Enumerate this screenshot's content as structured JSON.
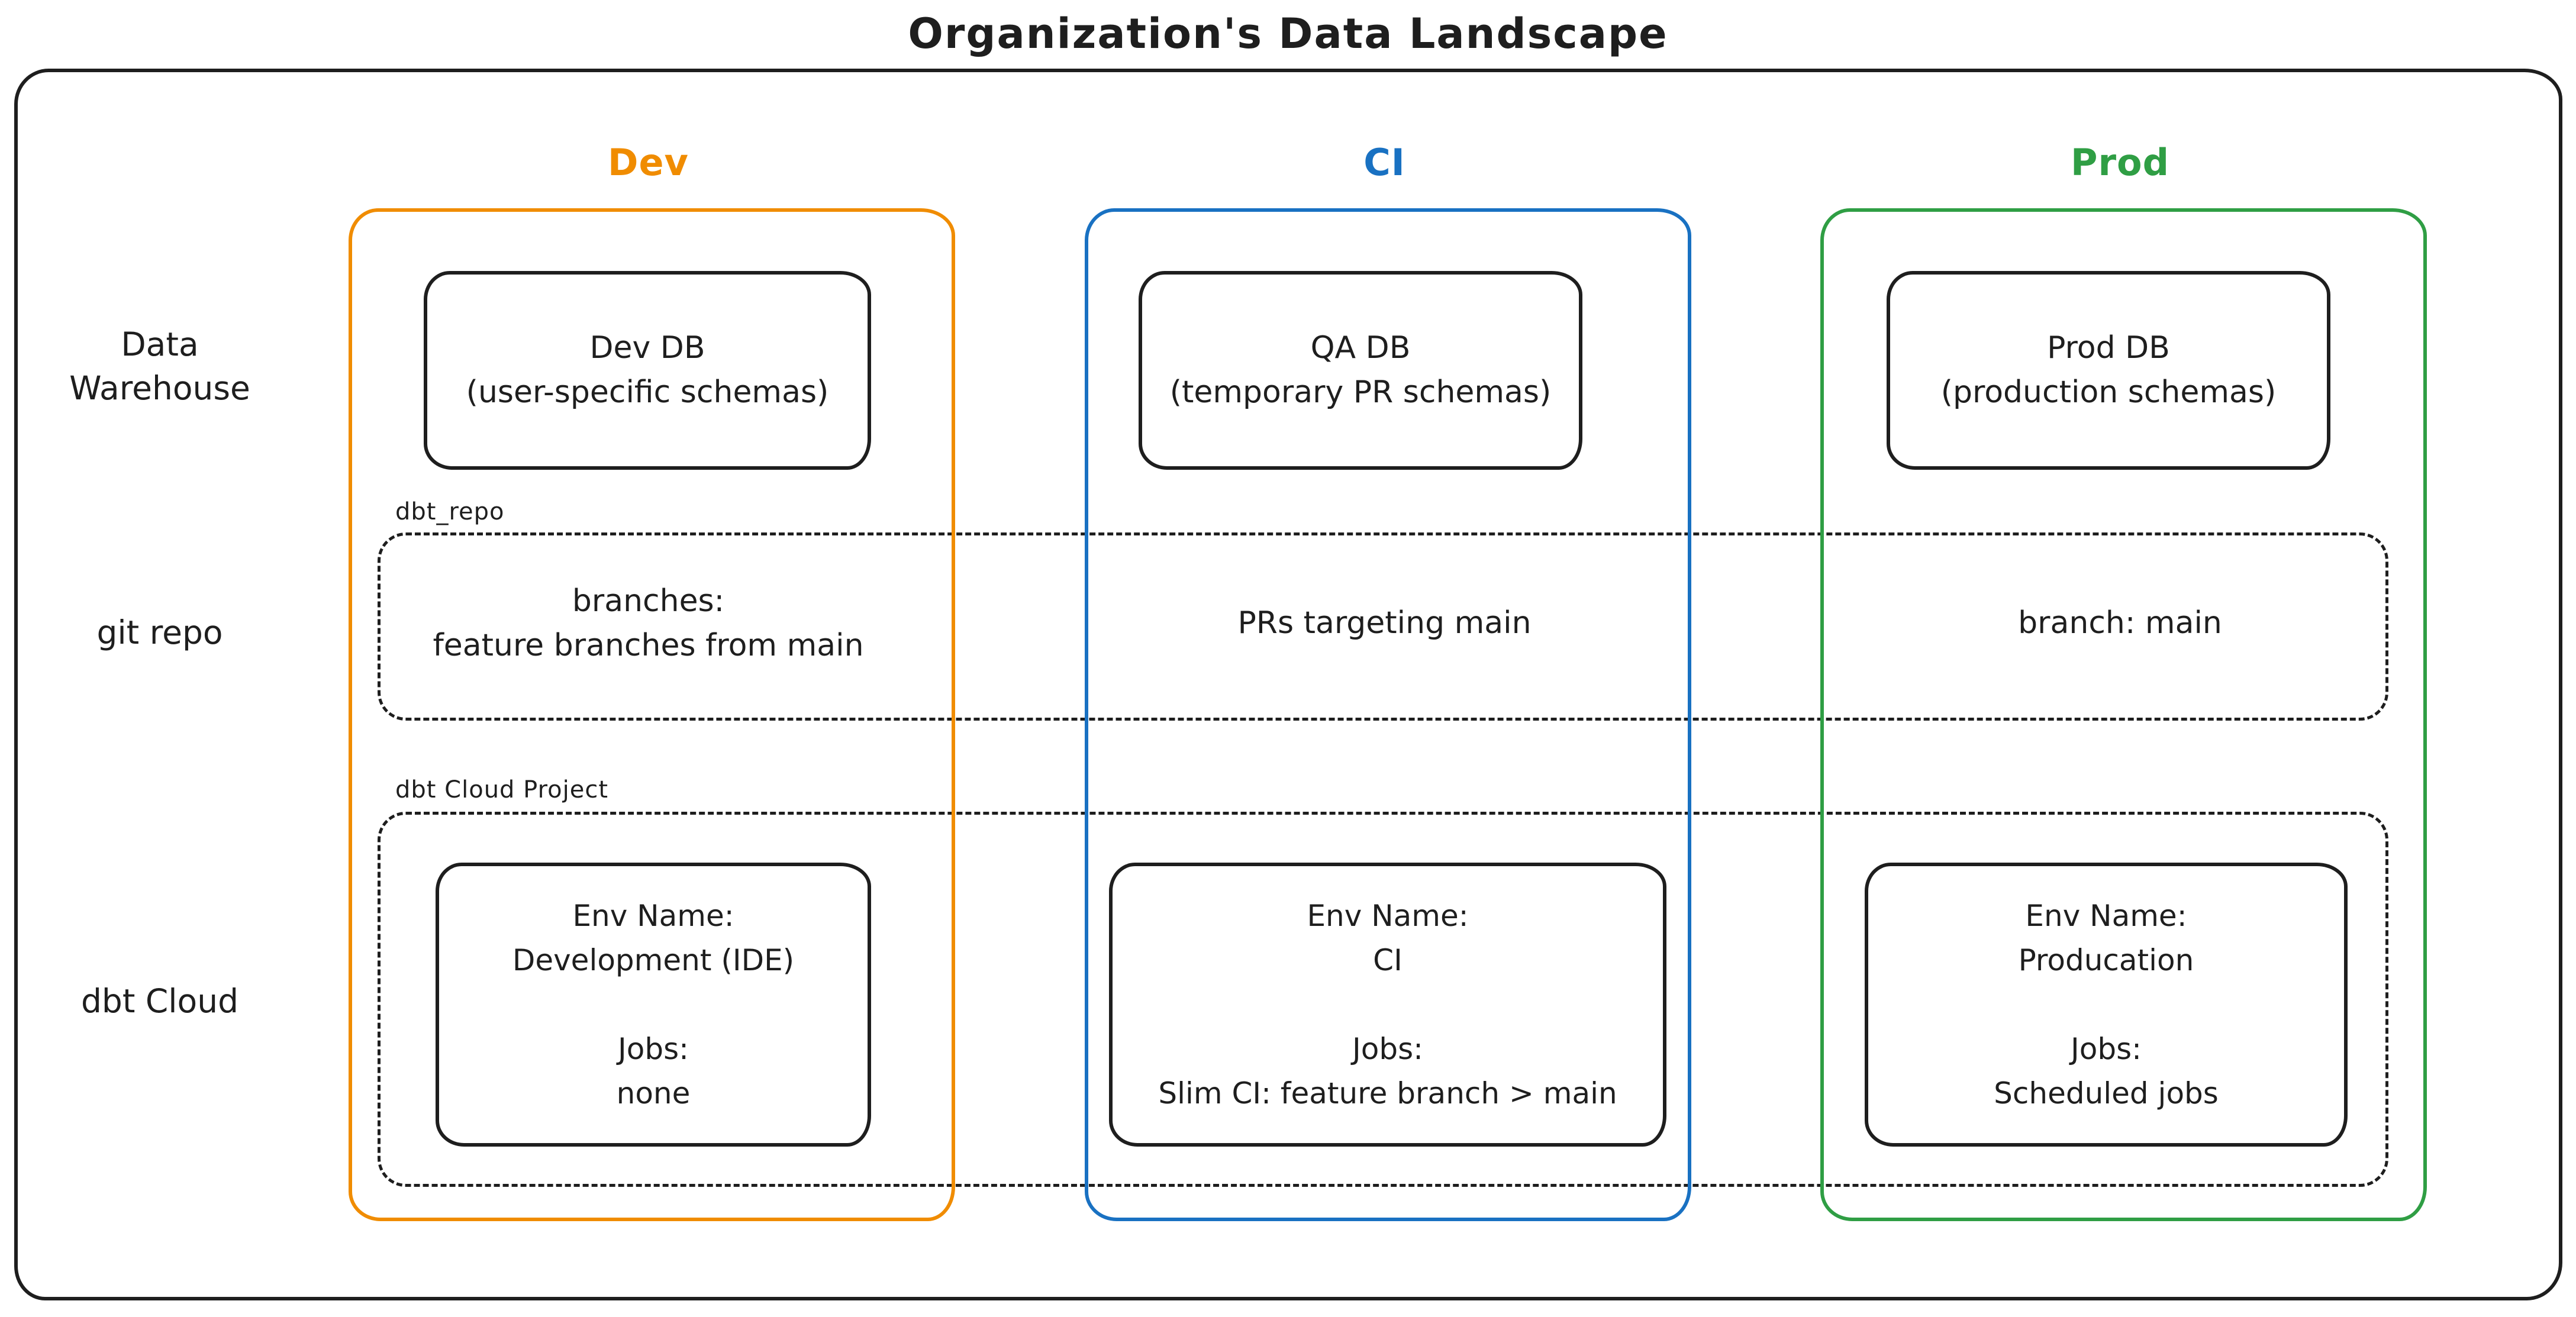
{
  "title": "Organization's Data Landscape",
  "ink_color": "#1e1e1e",
  "row_labels": [
    {
      "id": "data-warehouse",
      "text": "Data\nWarehouse"
    },
    {
      "id": "git-repo",
      "text": "git repo"
    },
    {
      "id": "dbt-cloud",
      "text": "dbt Cloud"
    }
  ],
  "group_labels": {
    "repo": "dbt_repo",
    "cloud_project": "dbt Cloud Project"
  },
  "columns": [
    {
      "id": "dev",
      "header": "Dev",
      "color": "#f08c00",
      "warehouse_box": "Dev DB\n(user-specific schemas)",
      "git_text": "branches:\nfeature branches from main",
      "env_box": "Env Name:\nDevelopment (IDE)\n\nJobs:\nnone"
    },
    {
      "id": "ci",
      "header": "CI",
      "color": "#1971c2",
      "warehouse_box": "QA DB\n(temporary PR schemas)",
      "git_text": "PRs targeting main",
      "env_box": "Env Name:\nCI\n\nJobs:\nSlim CI: feature branch > main"
    },
    {
      "id": "prod",
      "header": "Prod",
      "color": "#2f9e44",
      "warehouse_box": "Prod DB\n(production schemas)",
      "git_text": "branch: main",
      "env_box": "Env Name:\nProducation\n\nJobs:\nScheduled jobs"
    }
  ]
}
